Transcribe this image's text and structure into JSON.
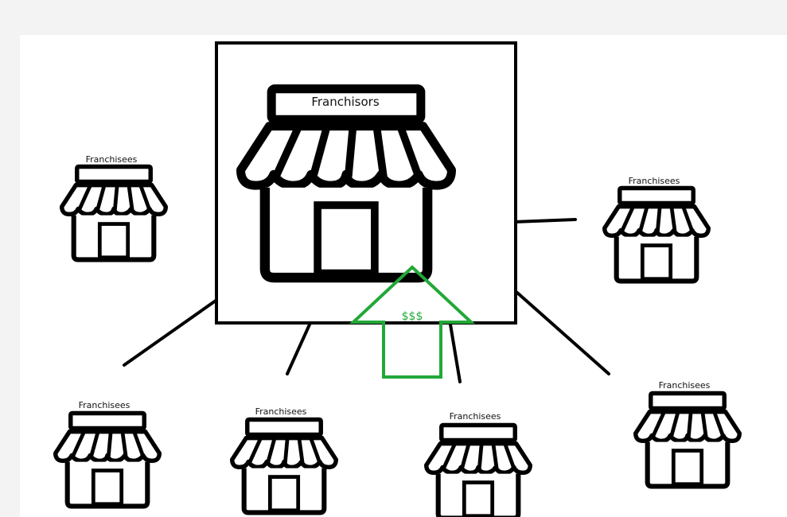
{
  "franchisor": {
    "label": "Franchisors"
  },
  "franchisees": [
    {
      "label": "Franchisees"
    },
    {
      "label": "Franchisees"
    },
    {
      "label": "Franchisees"
    },
    {
      "label": "Franchisees"
    },
    {
      "label": "Franchisees"
    },
    {
      "label": "Franchisees"
    }
  ],
  "money_arrow": {
    "label": "$$$",
    "color": "#22a838"
  },
  "colors": {
    "ink": "#000000",
    "background": "#ffffff",
    "page": "#f3f3f3"
  }
}
